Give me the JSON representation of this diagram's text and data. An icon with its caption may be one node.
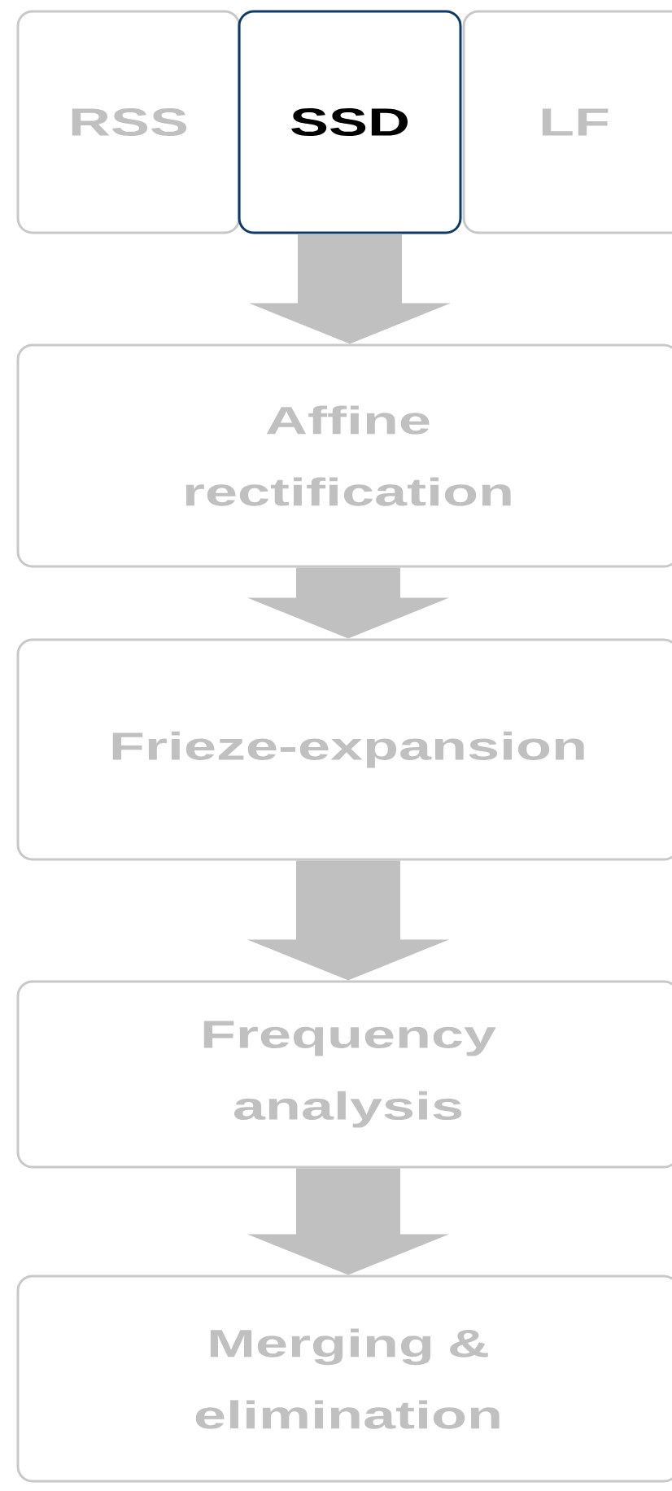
{
  "diagram": {
    "nodes": [
      {
        "text": [
          "RSS"
        ]
      },
      {
        "text": [
          "SSD"
        ]
      },
      {
        "text": [
          "LF"
        ]
      },
      {
        "text": [
          "Affine rectification"
        ]
      },
      {
        "text": [
          "Frieze-expansion"
        ]
      },
      {
        "text": [
          "Frequency analysis"
        ]
      },
      {
        "text": [
          "Merging & elimination"
        ]
      }
    ],
    "edges": [
      {
        "from": 1,
        "to": 3,
        "arrow": "to"
      },
      {
        "from": 3,
        "to": 4,
        "arrow": "to"
      },
      {
        "from": 4,
        "to": 5,
        "arrow": "to"
      },
      {
        "from": 5,
        "to": 6,
        "arrow": "to"
      }
    ]
  }
}
